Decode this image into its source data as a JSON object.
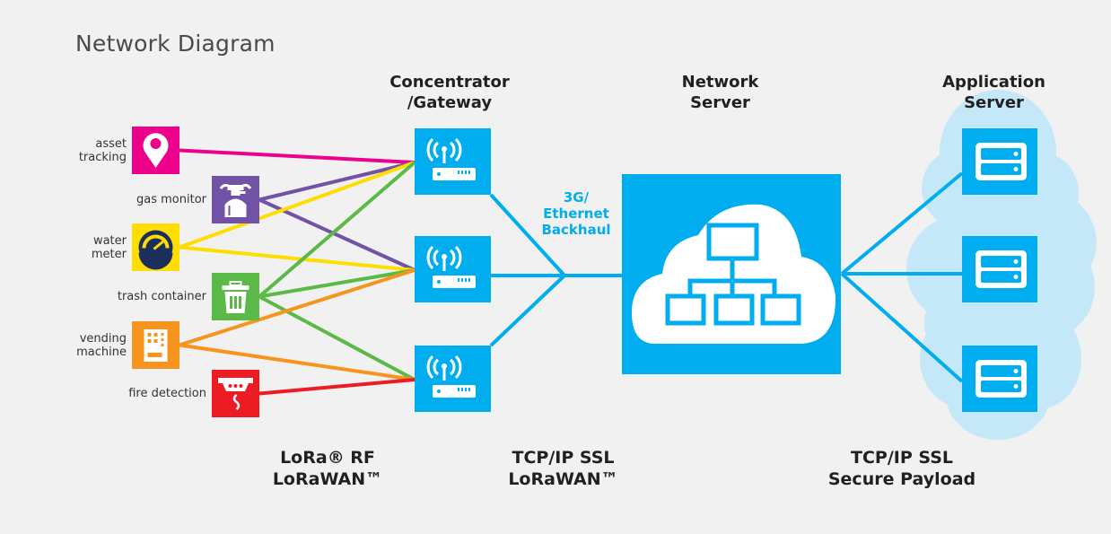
{
  "title": "Network Diagram",
  "columns": {
    "gateway": "Concentrator\n/Gateway",
    "network_server": "Network\nServer",
    "application_server": "Application\nServer"
  },
  "backhaul_label": "3G/\nEthernet\nBackhaul",
  "bottom_labels": {
    "rf": "LoRa® RF\nLoRaWAN™",
    "gateway_link": "TCP/IP SSL\nLoRaWAN™",
    "app_link": "TCP/IP SSL\nSecure Payload"
  },
  "devices": [
    {
      "label": "asset\ntracking",
      "icon": "map-pin-icon",
      "color": "#ec008c"
    },
    {
      "label": "gas monitor",
      "icon": "gas-canister-icon",
      "color": "#7252a4"
    },
    {
      "label": "water\nmeter",
      "icon": "gauge-icon",
      "color": "#ffdd00"
    },
    {
      "label": "trash container",
      "icon": "trash-can-icon",
      "color": "#5ab947"
    },
    {
      "label": "vending\nmachine",
      "icon": "vending-machine-icon",
      "color": "#f7941d"
    },
    {
      "label": "fire detection",
      "icon": "smoke-detector-icon",
      "color": "#ed1c24"
    }
  ],
  "gateways": [
    {
      "icon": "gateway-antenna-icon"
    },
    {
      "icon": "gateway-antenna-icon"
    },
    {
      "icon": "gateway-antenna-icon"
    }
  ],
  "network_server": {
    "icon": "cloud-hierarchy-icon"
  },
  "application_servers": [
    {
      "icon": "server-icon"
    },
    {
      "icon": "server-icon"
    },
    {
      "icon": "server-icon"
    }
  ],
  "connections": [
    {
      "device": 0,
      "gateway": 0
    },
    {
      "device": 1,
      "gateway": 0
    },
    {
      "device": 1,
      "gateway": 1
    },
    {
      "device": 2,
      "gateway": 0
    },
    {
      "device": 2,
      "gateway": 1
    },
    {
      "device": 3,
      "gateway": 0
    },
    {
      "device": 3,
      "gateway": 1
    },
    {
      "device": 3,
      "gateway": 2
    },
    {
      "device": 4,
      "gateway": 1
    },
    {
      "device": 4,
      "gateway": 2
    },
    {
      "device": 5,
      "gateway": 2
    }
  ],
  "colors": {
    "accent": "#00adee",
    "app_cloud": "#c5e8f8",
    "background": "#f1f1f1",
    "gauge_dark": "#1c2f5c"
  }
}
